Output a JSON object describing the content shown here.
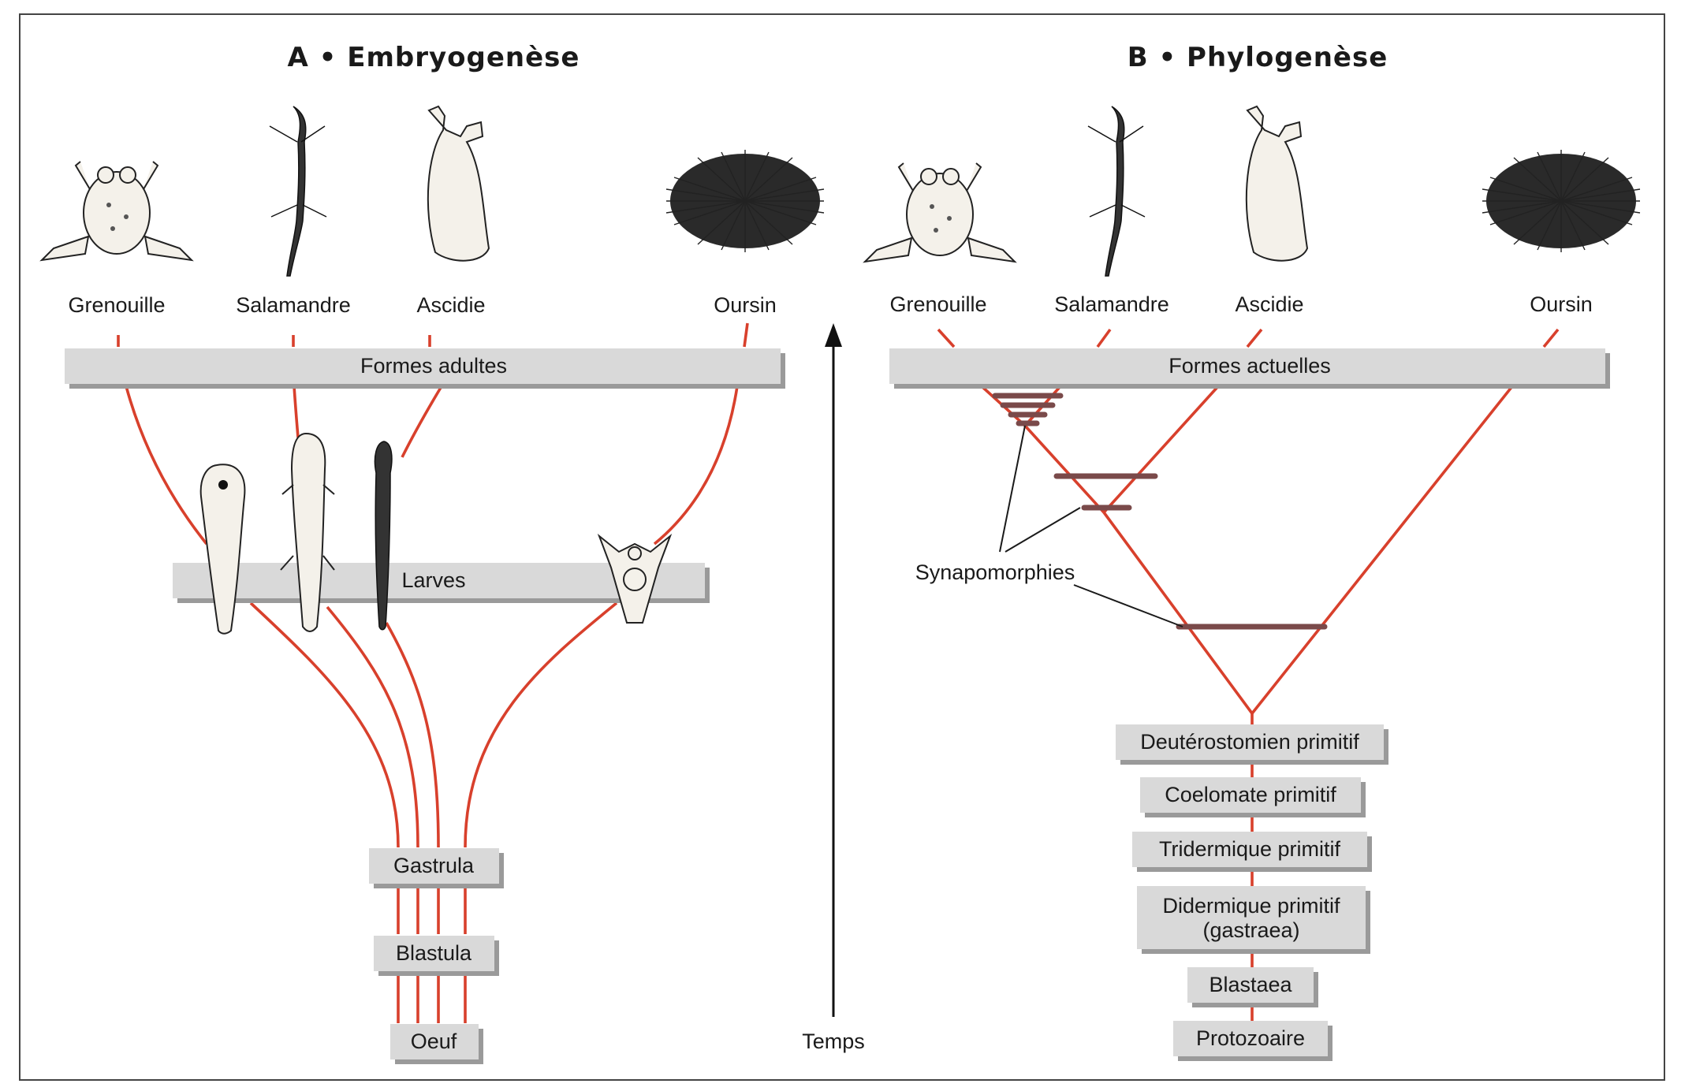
{
  "panel_a": {
    "title": "A • Embryogenèse",
    "species": [
      "Grenouille",
      "Salamandre",
      "Ascidie",
      "Oursin"
    ],
    "adult_bar": "Formes adultes",
    "larva_bar": "Larves",
    "stages": [
      "Gastrula",
      "Blastula",
      "Oeuf"
    ]
  },
  "panel_b": {
    "title": "B • Phylogenèse",
    "species": [
      "Grenouille",
      "Salamandre",
      "Ascidie",
      "Oursin"
    ],
    "current_bar": "Formes actuelles",
    "synapomorphies_label": "Synapomorphies",
    "ancestors": [
      "Deutérostomien primitif",
      "Coelomate primitif",
      "Tridermique primitif",
      "Didermique primitif",
      "(gastraea)",
      "Blastaea",
      "Protozoaire"
    ]
  },
  "time_axis_label": "Temps",
  "colors": {
    "lineage": "#d8402c",
    "bar": "#d9d9d9",
    "synapomorphy": "#7a4a4a"
  }
}
